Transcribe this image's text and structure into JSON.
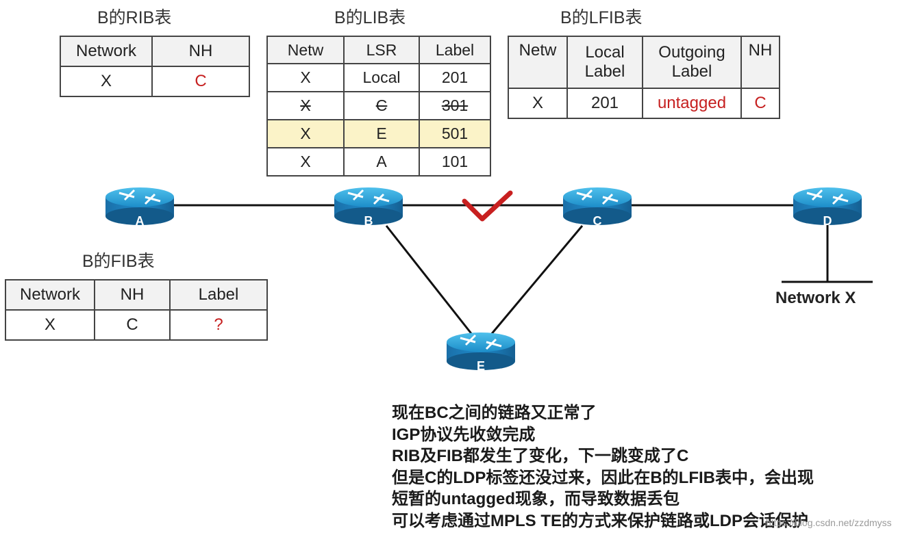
{
  "rib": {
    "title": "B的RIB表",
    "headers": [
      "Network",
      "NH"
    ],
    "row": [
      "X",
      "C"
    ]
  },
  "lib": {
    "title": "B的LIB表",
    "headers": [
      "Netw",
      "LSR",
      "Label"
    ],
    "rows": [
      [
        "X",
        "Local",
        "201"
      ],
      [
        "X",
        "C",
        "301"
      ],
      [
        "X",
        "E",
        "501"
      ],
      [
        "X",
        "A",
        "101"
      ]
    ]
  },
  "lfib": {
    "title": "B的LFIB表",
    "headers": [
      "Netw",
      "Local Label",
      "Outgoing Label",
      "NH"
    ],
    "row": [
      "X",
      "201",
      "untagged",
      "C"
    ]
  },
  "fib": {
    "title": "B的FIB表",
    "headers": [
      "Network",
      "NH",
      "Label"
    ],
    "row": [
      "X",
      "C",
      "?"
    ]
  },
  "routers": [
    "A",
    "B",
    "C",
    "D",
    "E"
  ],
  "network_label": "Network X",
  "notes": [
    "现在BC之间的链路又正常了",
    "IGP协议先收敛完成",
    "RIB及FIB都发生了变化，下一跳变成了C",
    "但是C的LDP标签还没过来，因此在B的LFIB表中，会出现",
    "短暂的untagged现象，而导致数据丢包",
    "可以考虑通过MPLS TE的方式来保护链路或LDP会话保护"
  ],
  "watermark": "https://blog.csdn.net/zzdmyss"
}
